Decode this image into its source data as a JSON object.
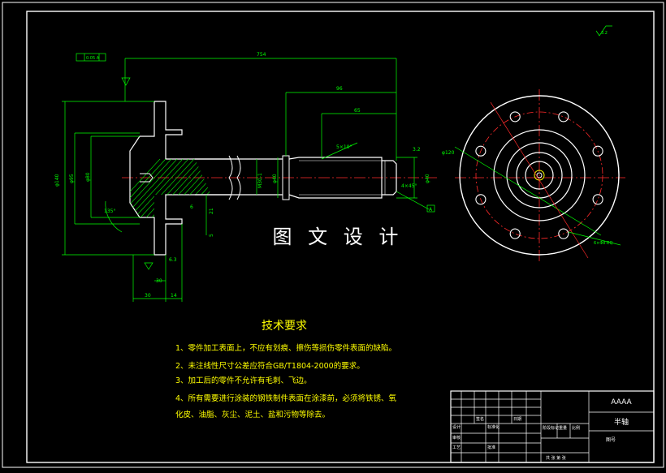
{
  "watermark": "图 文 设 计",
  "dims": {
    "overall_length": "754",
    "len_96": "96",
    "len_65": "65",
    "chamfer_5x10": "5×10°",
    "chamfer_4x45": "4×45°",
    "dia_140": "φ140",
    "dia_95": "φ95",
    "dia_80": "φ80",
    "dia_40": "φ40",
    "dia_40_lower": "φ40",
    "dia_120": "φ120",
    "angle_135": "135°",
    "pitch_6": "6",
    "len_30a": "30",
    "len_30b": "30",
    "len_14": "14",
    "len_21": "21",
    "len_5": "5",
    "thread_m": "M30-1",
    "holes": "6×Φ8-EQ",
    "roughness_top": "3.2",
    "roughness_right": "3.2",
    "roughness_flange": "6.3",
    "tol_label": "A",
    "datum": "A",
    "gtol_frame": "0.05 A"
  },
  "notes": {
    "title": "技术要求",
    "items": [
      "1、零件加工表面上，不应有划痕、擦伤等损伤零件表面的缺陷。",
      "2、未注线性尺寸公差应符合GB/T1804-2000的要求。",
      "3、加工后的零件不允许有毛刺、飞边。",
      "4、所有需要进行涂装的钢铁制件表面在涂漆前，必须将铁锈、氧",
      "化皮、油脂、灰尘、泥土、盐和污物等除去。"
    ]
  },
  "title_block": {
    "company": "AAAA",
    "part_name": "半轴",
    "drawing_no": "图号",
    "label_design": "设计",
    "label_check": "审核",
    "label_process": "工艺",
    "label_std": "标准化",
    "label_approve": "批准",
    "label_stage": "阶段标记",
    "label_weight": "重量",
    "label_scale": "比例",
    "label_sheet": "共 张 第 张",
    "label_sign": "签名",
    "label_date": "日期"
  },
  "colors": {
    "outline": "#ffffff",
    "dimension": "#00ff00",
    "centerline": "#ff2a2a",
    "hatch": "#00ff00",
    "text_note": "#ffff00",
    "background": "#000000"
  }
}
